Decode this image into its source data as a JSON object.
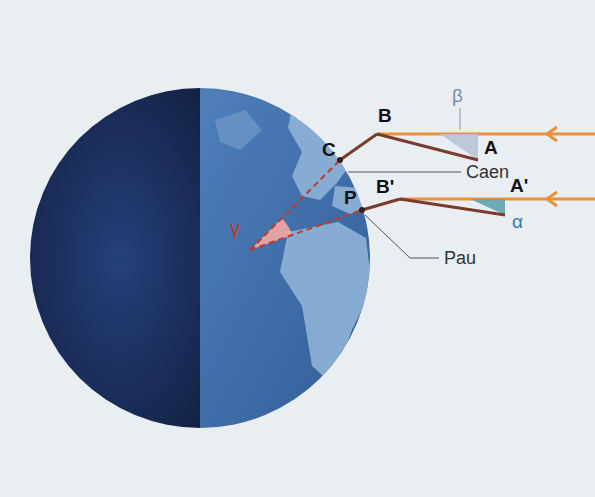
{
  "diagram": {
    "labels": [
      "B",
      "A",
      "β",
      "Caen",
      "C",
      "B'",
      "A'",
      "α",
      "P",
      "Pau",
      "γ"
    ]
  }
}
